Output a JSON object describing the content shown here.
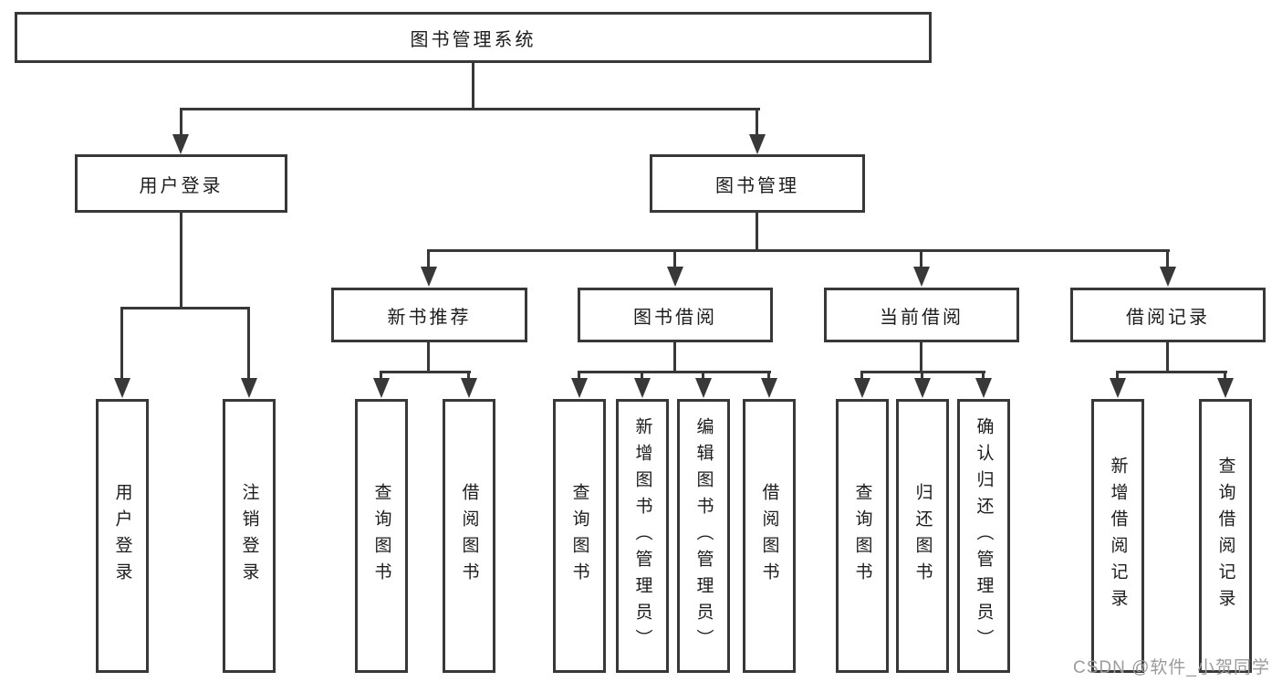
{
  "tree": {
    "root": "图书管理系统",
    "login": {
      "label": "用户登录",
      "children": [
        "用户登录",
        "注销登录"
      ]
    },
    "management": {
      "label": "图书管理",
      "sections": [
        {
          "label": "新书推荐",
          "children": [
            "查询图书",
            "借阅图书"
          ]
        },
        {
          "label": "图书借阅",
          "children": [
            "查询图书",
            "新增图书（管理员）",
            "编辑图书（管理员）",
            "借阅图书"
          ]
        },
        {
          "label": "当前借阅",
          "children": [
            "查询图书",
            "归还图书",
            "确认归还（管理员）"
          ]
        },
        {
          "label": "借阅记录",
          "children": [
            "新增借阅记录",
            "查询借阅记录"
          ]
        }
      ]
    }
  },
  "watermark": "CSDN @软件_小贺同学",
  "colors": {
    "line": "#383838",
    "text": "#1c1c1c",
    "watermark": "#9b9b9b",
    "background": "#ffffff"
  }
}
